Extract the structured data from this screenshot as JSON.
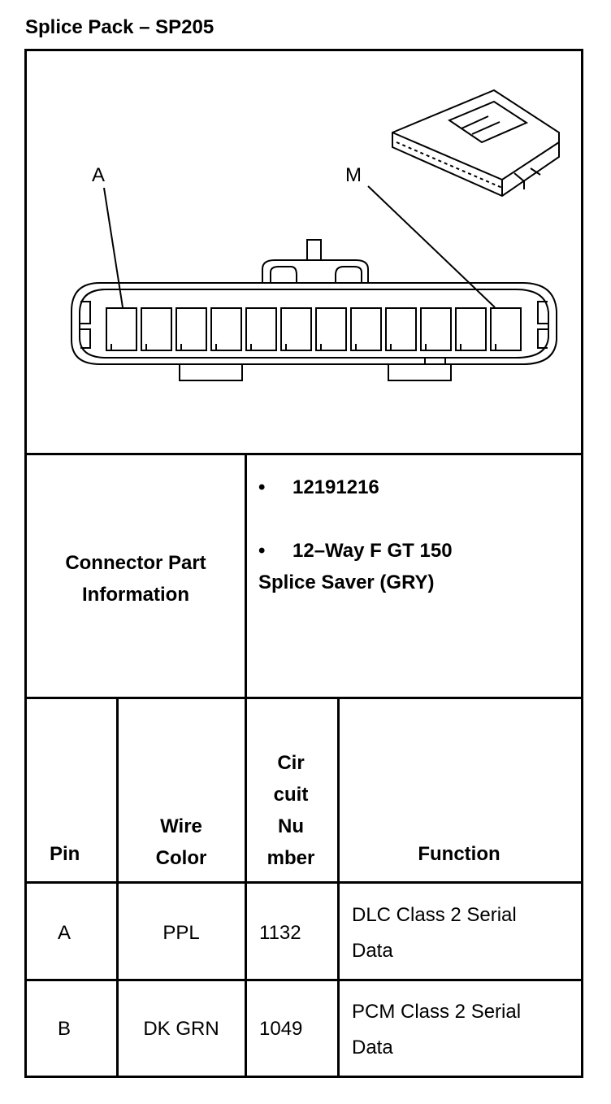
{
  "title": "Splice Pack – SP205",
  "diagram": {
    "label_a": "A",
    "label_m": "M",
    "cavities": 12
  },
  "part_info": {
    "label_line1": "Connector Part",
    "label_line2": "Information",
    "bullet_glyph": "•",
    "item1": "12191216",
    "item2_line1": "12–Way F GT 150",
    "item2_line2": "Splice Saver (GRY)"
  },
  "table": {
    "headers": {
      "pin": "Pin",
      "wire_color_1": "Wire",
      "wire_color_2": "Color",
      "circuit_1": "Cir",
      "circuit_2": "cuit",
      "circuit_3": "Nu",
      "circuit_4": "mber",
      "function": "Function"
    },
    "rows": [
      {
        "pin": "A",
        "color": "PPL",
        "circuit": "1132",
        "function_1": "DLC Class 2 Serial",
        "function_2": "Data"
      },
      {
        "pin": "B",
        "color": "DK GRN",
        "circuit": "1049",
        "function_1": "PCM Class 2 Serial",
        "function_2": "Data"
      }
    ]
  }
}
